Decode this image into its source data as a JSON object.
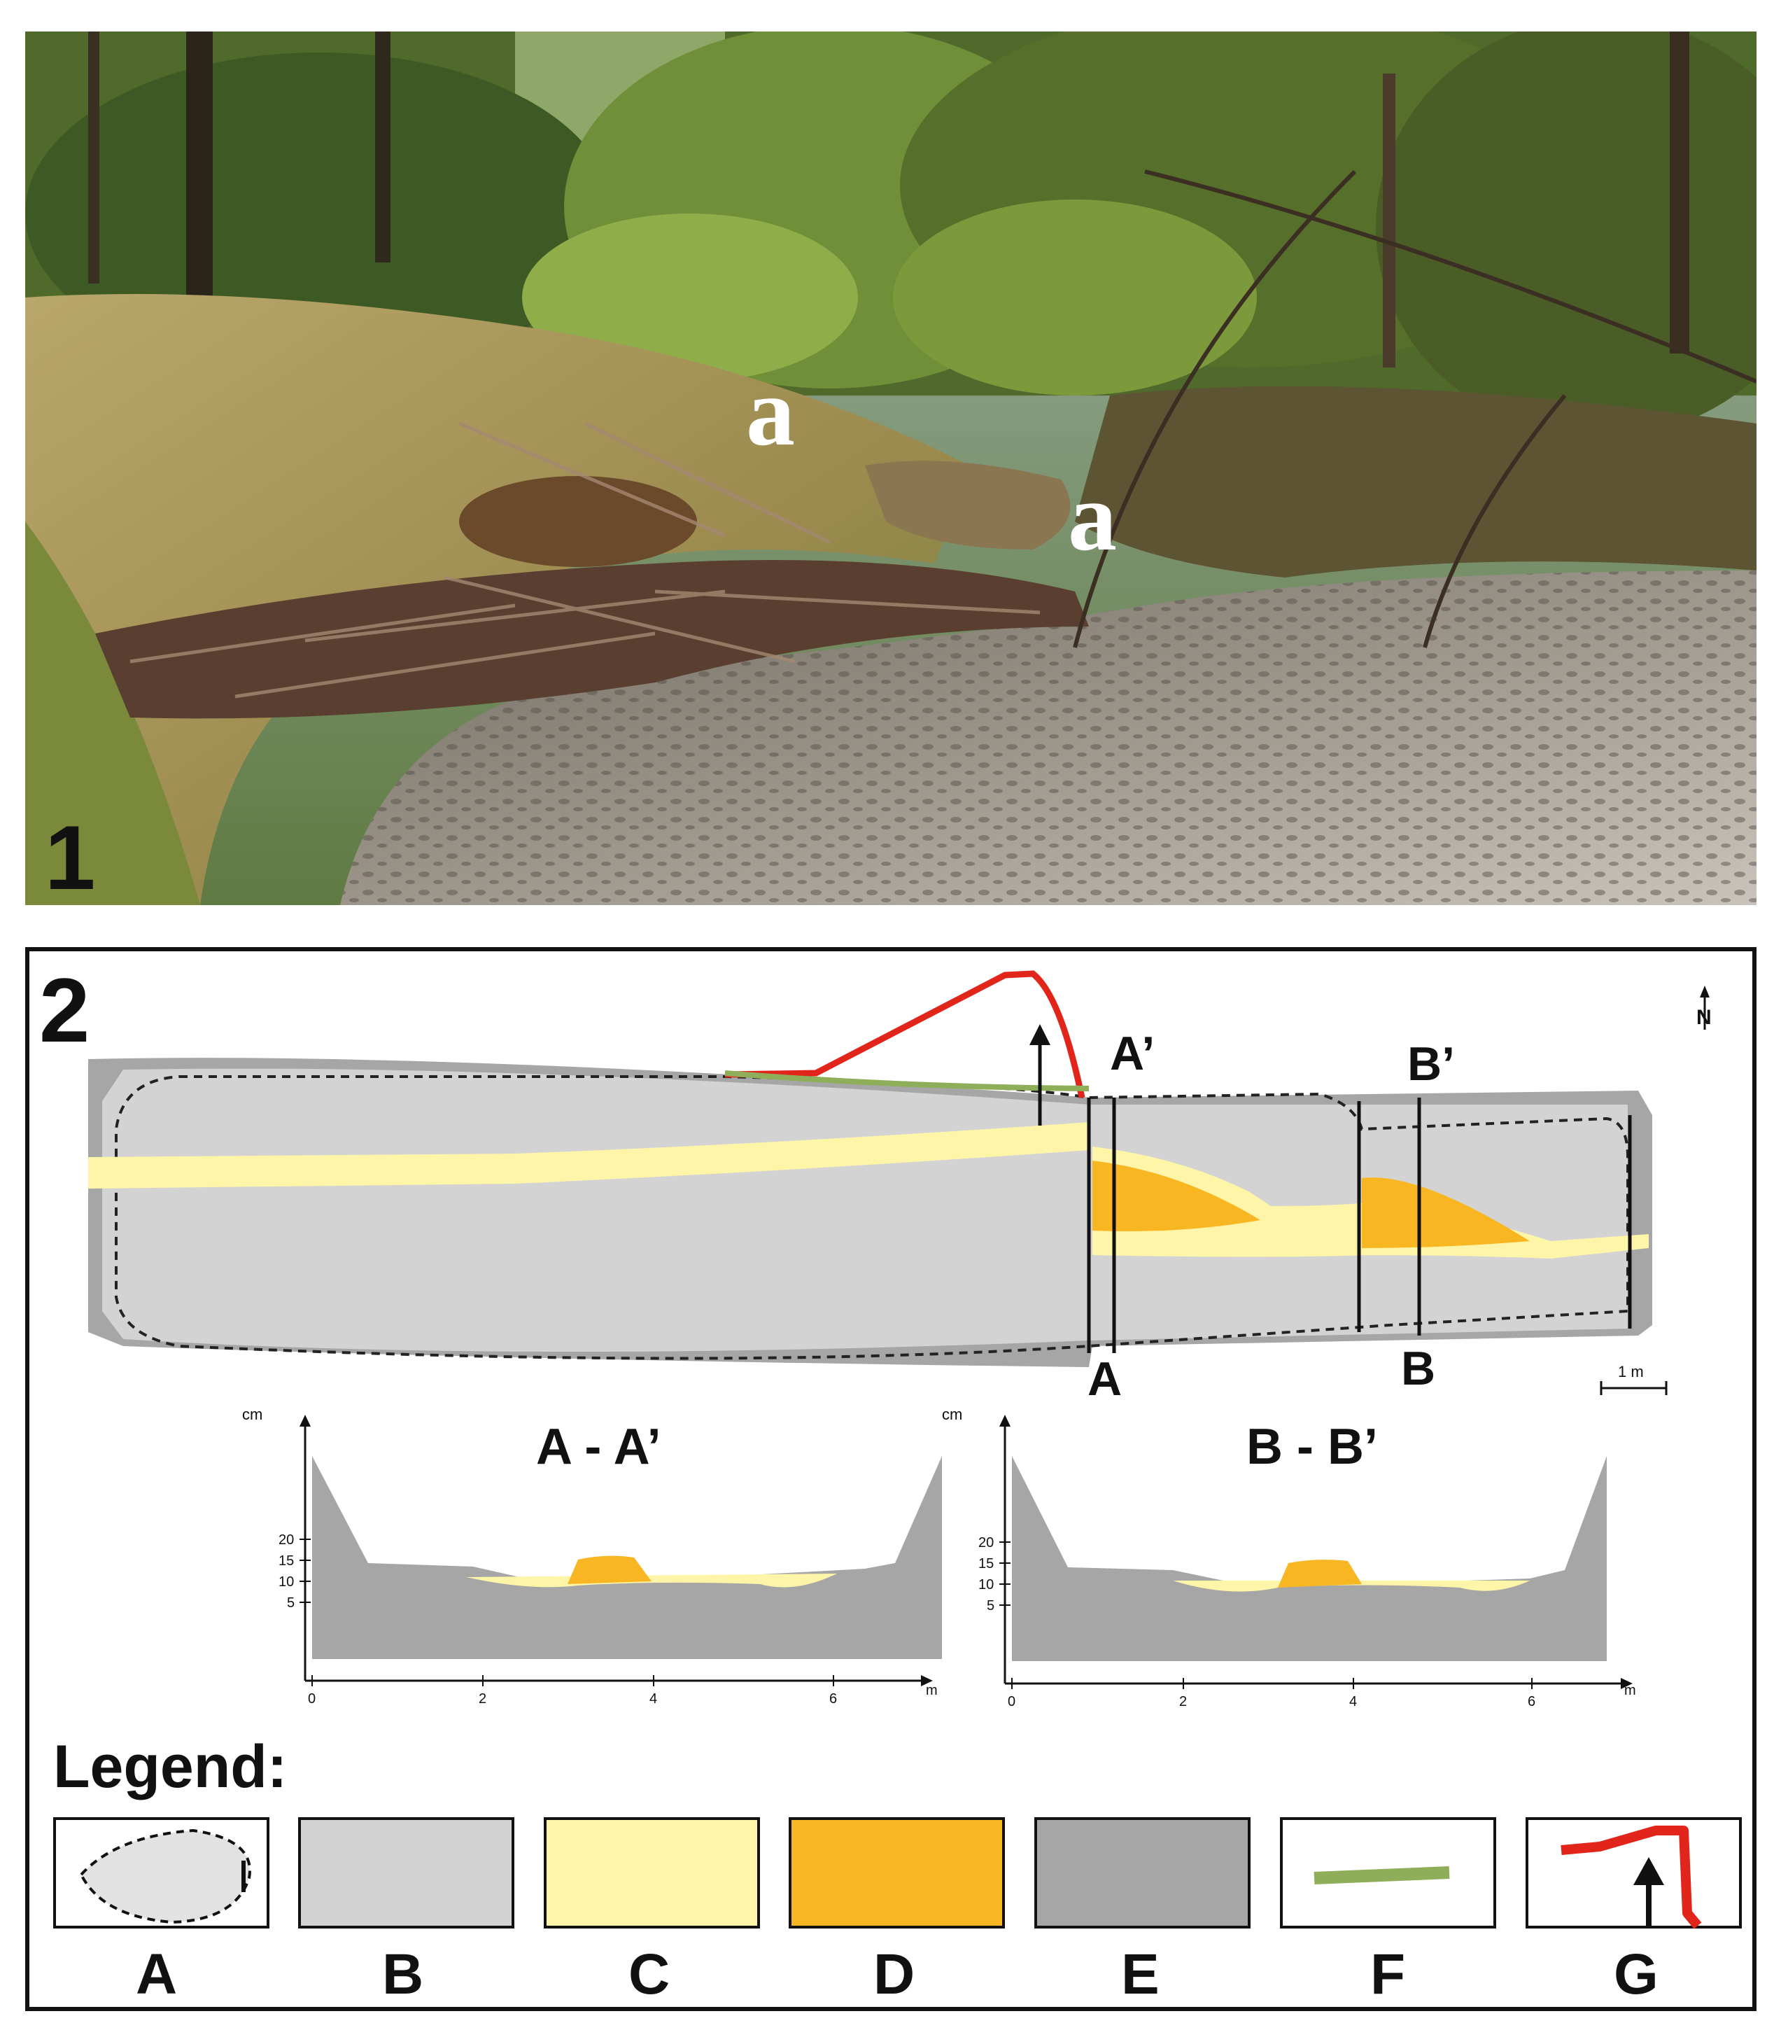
{
  "photo": {
    "panel_number": "1",
    "markers": [
      "a",
      "a"
    ]
  },
  "diagram": {
    "panel_number": "2",
    "section_labels": {
      "a_prime": "A’",
      "b_prime": "B’",
      "a": "A",
      "b": "B"
    },
    "north_symbol": "N",
    "scale_label": "1 m",
    "profiles": [
      {
        "title": "A - A’",
        "y_unit": "cm",
        "x_unit": "m",
        "y_ticks": [
          "20",
          "15",
          "10",
          "5"
        ],
        "x_ticks": [
          "0",
          "2",
          "4",
          "6"
        ]
      },
      {
        "title": "B - B’",
        "y_unit": "cm",
        "x_unit": "m",
        "y_ticks": [
          "20",
          "15",
          "10",
          "5"
        ],
        "x_ticks": [
          "0",
          "2",
          "4",
          "6"
        ]
      }
    ],
    "legend": {
      "title": "Legend:",
      "items": [
        {
          "letter": "A"
        },
        {
          "letter": "B",
          "color": "#d3d3d3"
        },
        {
          "letter": "C",
          "color": "#fff5a8"
        },
        {
          "letter": "D",
          "color": "#f9b623"
        },
        {
          "letter": "E",
          "color": "#a6a6a6"
        },
        {
          "letter": "F",
          "color": "#8fae5a"
        },
        {
          "letter": "G",
          "color": "#e1251b"
        }
      ]
    }
  }
}
